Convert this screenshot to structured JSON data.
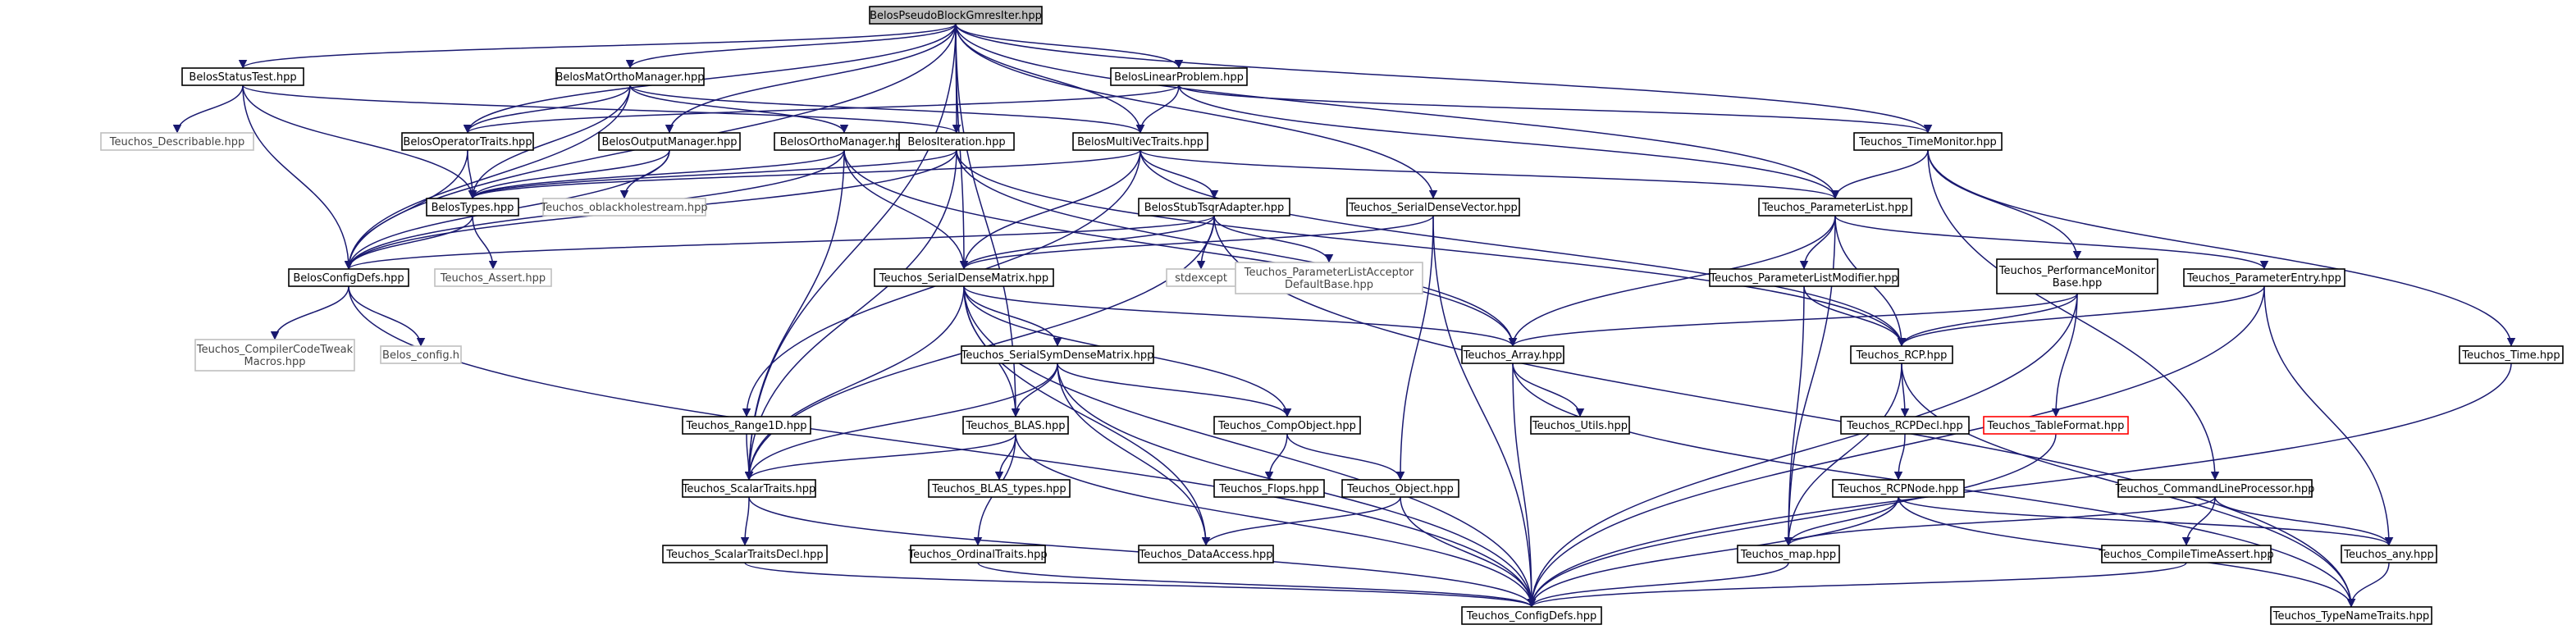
{
  "title": "BelosPseudoBlockGmresIter.hpp",
  "colors": {
    "edge": "#191970",
    "box_default": "#000000",
    "box_external": "#bfbfbf",
    "box_root_fill": "#bfbfbf",
    "box_highlight": "#ff0000"
  },
  "nodes": [
    {
      "id": "root",
      "label": "BelosPseudoBlockGmresIter.hpp",
      "style": "root"
    },
    {
      "id": "statustest",
      "label": "BelosStatusTest.hpp",
      "style": "normal"
    },
    {
      "id": "matortho",
      "label": "BelosMatOrthoManager.hpp",
      "style": "normal"
    },
    {
      "id": "linprob",
      "label": "BelosLinearProblem.hpp",
      "style": "normal"
    },
    {
      "id": "describable",
      "label": "Teuchos_Describable.hpp",
      "style": "external"
    },
    {
      "id": "optraits",
      "label": "BelosOperatorTraits.hpp",
      "style": "normal"
    },
    {
      "id": "outmgr",
      "label": "BelosOutputManager.hpp",
      "style": "normal"
    },
    {
      "id": "orthomgr",
      "label": "BelosOrthoManager.hpp",
      "style": "normal"
    },
    {
      "id": "iteration",
      "label": "BelosIteration.hpp",
      "style": "normal"
    },
    {
      "id": "multivec",
      "label": "BelosMultiVecTraits.hpp",
      "style": "normal"
    },
    {
      "id": "timemon",
      "label": "Teuchos_TimeMonitor.hpp",
      "style": "normal"
    },
    {
      "id": "belostypes",
      "label": "BelosTypes.hpp",
      "style": "normal"
    },
    {
      "id": "oblackhole",
      "label": "Teuchos_oblackholestream.hpp",
      "style": "external"
    },
    {
      "id": "stubtsqr",
      "label": "BelosStubTsqrAdapter.hpp",
      "style": "normal"
    },
    {
      "id": "serialdensevec",
      "label": "Teuchos_SerialDenseVector.hpp",
      "style": "normal"
    },
    {
      "id": "paramlist",
      "label": "Teuchos_ParameterList.hpp",
      "style": "normal"
    },
    {
      "id": "configdefs",
      "label": "BelosConfigDefs.hpp",
      "style": "normal"
    },
    {
      "id": "assert",
      "label": "Teuchos_Assert.hpp",
      "style": "external"
    },
    {
      "id": "serialdensemat",
      "label": "Teuchos_SerialDenseMatrix.hpp",
      "style": "normal"
    },
    {
      "id": "stdexcept",
      "label": "stdexcept",
      "style": "external"
    },
    {
      "id": "placceptor",
      "label": "Teuchos_ParameterListAcceptor\nDefaultBase.hpp",
      "style": "external"
    },
    {
      "id": "plmodifier",
      "label": "Teuchos_ParameterListModifier.hpp",
      "style": "normal"
    },
    {
      "id": "perfmon",
      "label": "Teuchos_PerformanceMonitor\nBase.hpp",
      "style": "normal"
    },
    {
      "id": "paramentry",
      "label": "Teuchos_ParameterEntry.hpp",
      "style": "normal"
    },
    {
      "id": "compilertweak",
      "label": "Teuchos_CompilerCodeTweak\nMacros.hpp",
      "style": "external"
    },
    {
      "id": "belosconfigh",
      "label": "Belos_config.h",
      "style": "external"
    },
    {
      "id": "symdense",
      "label": "Teuchos_SerialSymDenseMatrix.hpp",
      "style": "normal"
    },
    {
      "id": "array",
      "label": "Teuchos_Array.hpp",
      "style": "normal"
    },
    {
      "id": "rcp",
      "label": "Teuchos_RCP.hpp",
      "style": "normal"
    },
    {
      "id": "time",
      "label": "Teuchos_Time.hpp",
      "style": "normal"
    },
    {
      "id": "range1d",
      "label": "Teuchos_Range1D.hpp",
      "style": "normal"
    },
    {
      "id": "blas",
      "label": "Teuchos_BLAS.hpp",
      "style": "normal"
    },
    {
      "id": "compobject",
      "label": "Teuchos_CompObject.hpp",
      "style": "normal"
    },
    {
      "id": "utils",
      "label": "Teuchos_Utils.hpp",
      "style": "normal"
    },
    {
      "id": "rcpdecl",
      "label": "Teuchos_RCPDecl.hpp",
      "style": "normal"
    },
    {
      "id": "tableformat",
      "label": "Teuchos_TableFormat.hpp",
      "style": "highlight"
    },
    {
      "id": "scalartraits",
      "label": "Teuchos_ScalarTraits.hpp",
      "style": "normal"
    },
    {
      "id": "blastypes",
      "label": "Teuchos_BLAS_types.hpp",
      "style": "normal"
    },
    {
      "id": "flops",
      "label": "Teuchos_Flops.hpp",
      "style": "normal"
    },
    {
      "id": "object",
      "label": "Teuchos_Object.hpp",
      "style": "normal"
    },
    {
      "id": "rcpnode",
      "label": "Teuchos_RCPNode.hpp",
      "style": "normal"
    },
    {
      "id": "cmdline",
      "label": "Teuchos_CommandLineProcessor.hpp",
      "style": "normal"
    },
    {
      "id": "scalartraitsdecl",
      "label": "Teuchos_ScalarTraitsDecl.hpp",
      "style": "normal"
    },
    {
      "id": "ordinaltraits",
      "label": "Teuchos_OrdinalTraits.hpp",
      "style": "normal"
    },
    {
      "id": "dataaccess",
      "label": "Teuchos_DataAccess.hpp",
      "style": "normal"
    },
    {
      "id": "map",
      "label": "Teuchos_map.hpp",
      "style": "normal"
    },
    {
      "id": "compiletimeassert",
      "label": "Teuchos_CompileTimeAssert.hpp",
      "style": "normal"
    },
    {
      "id": "any",
      "label": "Teuchos_any.hpp",
      "style": "normal"
    },
    {
      "id": "teuchosconfig",
      "label": "Teuchos_ConfigDefs.hpp",
      "style": "normal"
    },
    {
      "id": "typenametraits",
      "label": "Teuchos_TypeNameTraits.hpp",
      "style": "normal"
    }
  ],
  "edges": [
    [
      "root",
      "statustest"
    ],
    [
      "root",
      "matortho"
    ],
    [
      "root",
      "linprob"
    ],
    [
      "root",
      "optraits"
    ],
    [
      "root",
      "outmgr"
    ],
    [
      "root",
      "iteration"
    ],
    [
      "root",
      "multivec"
    ],
    [
      "root",
      "timemon"
    ],
    [
      "root",
      "serialdensevec"
    ],
    [
      "root",
      "paramlist"
    ],
    [
      "root",
      "configdefs"
    ],
    [
      "root",
      "serialdensemat"
    ],
    [
      "root",
      "scalartraits"
    ],
    [
      "root",
      "blas"
    ],
    [
      "statustest",
      "describable"
    ],
    [
      "statustest",
      "belostypes"
    ],
    [
      "statustest",
      "configdefs"
    ],
    [
      "statustest",
      "iteration"
    ],
    [
      "matortho",
      "optraits"
    ],
    [
      "matortho",
      "orthomgr"
    ],
    [
      "matortho",
      "multivec"
    ],
    [
      "matortho",
      "belostypes"
    ],
    [
      "matortho",
      "configdefs"
    ],
    [
      "linprob",
      "multivec"
    ],
    [
      "linprob",
      "optraits"
    ],
    [
      "linprob",
      "timemon"
    ],
    [
      "linprob",
      "paramlist"
    ],
    [
      "optraits",
      "belostypes"
    ],
    [
      "optraits",
      "configdefs"
    ],
    [
      "outmgr",
      "belostypes"
    ],
    [
      "outmgr",
      "oblackhole"
    ],
    [
      "outmgr",
      "configdefs"
    ],
    [
      "orthomgr",
      "belostypes"
    ],
    [
      "orthomgr",
      "configdefs"
    ],
    [
      "orthomgr",
      "serialdensemat"
    ],
    [
      "orthomgr",
      "array"
    ],
    [
      "orthomgr",
      "scalartraits"
    ],
    [
      "iteration",
      "belostypes"
    ],
    [
      "iteration",
      "configdefs"
    ],
    [
      "iteration",
      "array"
    ],
    [
      "iteration",
      "scalartraits"
    ],
    [
      "iteration",
      "rcp"
    ],
    [
      "multivec",
      "belostypes"
    ],
    [
      "multivec",
      "stubtsqr"
    ],
    [
      "multivec",
      "serialdensemat"
    ],
    [
      "multivec",
      "rcp"
    ],
    [
      "multivec",
      "range1d"
    ],
    [
      "multivec",
      "paramlist"
    ],
    [
      "timemon",
      "paramlist"
    ],
    [
      "timemon",
      "perfmon"
    ],
    [
      "timemon",
      "time"
    ],
    [
      "timemon",
      "cmdline"
    ],
    [
      "belostypes",
      "configdefs"
    ],
    [
      "belostypes",
      "assert"
    ],
    [
      "stubtsqr",
      "serialdensemat"
    ],
    [
      "stubtsqr",
      "stdexcept"
    ],
    [
      "stubtsqr",
      "placceptor"
    ],
    [
      "stubtsqr",
      "configdefs"
    ],
    [
      "stubtsqr",
      "scalartraits"
    ],
    [
      "stubtsqr",
      "typenametraits"
    ],
    [
      "serialdensevec",
      "serialdensemat"
    ],
    [
      "serialdensevec",
      "object"
    ],
    [
      "serialdensevec",
      "teuchosconfig"
    ],
    [
      "paramlist",
      "plmodifier"
    ],
    [
      "paramlist",
      "paramentry"
    ],
    [
      "paramlist",
      "rcp"
    ],
    [
      "paramlist",
      "array"
    ],
    [
      "paramlist",
      "map"
    ],
    [
      "configdefs",
      "compilertweak"
    ],
    [
      "configdefs",
      "belosconfigh"
    ],
    [
      "configdefs",
      "teuchosconfig"
    ],
    [
      "serialdensemat",
      "symdense"
    ],
    [
      "serialdensemat",
      "blas"
    ],
    [
      "serialdensemat",
      "compobject"
    ],
    [
      "serialdensemat",
      "scalartraits"
    ],
    [
      "serialdensemat",
      "dataaccess"
    ],
    [
      "serialdensemat",
      "array"
    ],
    [
      "serialdensemat",
      "teuchosconfig"
    ],
    [
      "plmodifier",
      "rcp"
    ],
    [
      "plmodifier",
      "map"
    ],
    [
      "perfmon",
      "rcp"
    ],
    [
      "perfmon",
      "array"
    ],
    [
      "perfmon",
      "tableformat"
    ],
    [
      "perfmon",
      "teuchosconfig"
    ],
    [
      "paramentry",
      "rcp"
    ],
    [
      "paramentry",
      "any"
    ],
    [
      "paramentry",
      "teuchosconfig"
    ],
    [
      "symdense",
      "blas"
    ],
    [
      "symdense",
      "compobject"
    ],
    [
      "symdense",
      "scalartraits"
    ],
    [
      "symdense",
      "dataaccess"
    ],
    [
      "symdense",
      "teuchosconfig"
    ],
    [
      "array",
      "utils"
    ],
    [
      "array",
      "teuchosconfig"
    ],
    [
      "array",
      "typenametraits"
    ],
    [
      "rcp",
      "rcpdecl"
    ],
    [
      "rcp",
      "map"
    ],
    [
      "rcp",
      "typenametraits"
    ],
    [
      "time",
      "teuchosconfig"
    ],
    [
      "range1d",
      "scalartraits"
    ],
    [
      "blas",
      "blastypes"
    ],
    [
      "blas",
      "scalartraits"
    ],
    [
      "blas",
      "ordinaltraits"
    ],
    [
      "blas",
      "teuchosconfig"
    ],
    [
      "compobject",
      "flops"
    ],
    [
      "compobject",
      "object"
    ],
    [
      "rcpdecl",
      "rcpnode"
    ],
    [
      "tableformat",
      "teuchosconfig"
    ],
    [
      "scalartraits",
      "scalartraitsdecl"
    ],
    [
      "scalartraits",
      "teuchosconfig"
    ],
    [
      "object",
      "dataaccess"
    ],
    [
      "object",
      "teuchosconfig"
    ],
    [
      "rcpnode",
      "map"
    ],
    [
      "rcpnode",
      "any"
    ],
    [
      "rcpnode",
      "teuchosconfig"
    ],
    [
      "rcpnode",
      "typenametraits"
    ],
    [
      "cmdline",
      "map"
    ],
    [
      "cmdline",
      "compiletimeassert"
    ],
    [
      "cmdline",
      "any"
    ],
    [
      "scalartraitsdecl",
      "teuchosconfig"
    ],
    [
      "ordinaltraits",
      "teuchosconfig"
    ],
    [
      "map",
      "teuchosconfig"
    ],
    [
      "compiletimeassert",
      "teuchosconfig"
    ],
    [
      "any",
      "typenametraits"
    ]
  ]
}
